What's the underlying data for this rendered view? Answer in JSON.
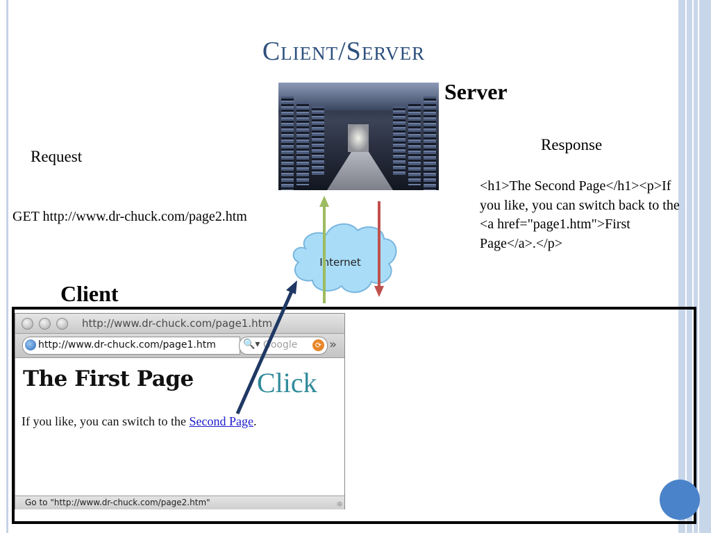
{
  "slide": {
    "title": "Client/Server",
    "server_label": "Server",
    "client_label": "Client",
    "request_label": "Request",
    "response_label": "Response",
    "request_url": "GET http://www.dr-chuck.com/page2.htm",
    "response_html": "<h1>The Second Page</h1><p>If you like, you can switch back to the <a href=\"page1.htm\">First Page</a>.</p>",
    "click_label": "Click",
    "cloud_label": "Internet"
  },
  "browser": {
    "window_title": "http://www.dr-chuck.com/page1.htm",
    "address": "http://www.dr-chuck.com/page1.htm",
    "search_placeholder": "Google",
    "page_heading": "The First Page",
    "body_text_before": "If you like, you can switch to the ",
    "link_text": "Second Page",
    "body_text_after": ".",
    "status_text": "Go to \"http://www.dr-chuck.com/page2.htm\""
  },
  "icons": [
    "globe-icon",
    "search-icon",
    "search-go-icon",
    "overflow-chevron-icon",
    "resize-grip-icon"
  ],
  "colors": {
    "title": "#2c4f7c",
    "click": "#2f8a9a",
    "up_arrow": "#9dbb61",
    "down_arrow": "#c0504d",
    "click_arrow": "#1f3864",
    "cloud_fill": "#a9dcf7",
    "accent_dot": "#4a83c9"
  }
}
